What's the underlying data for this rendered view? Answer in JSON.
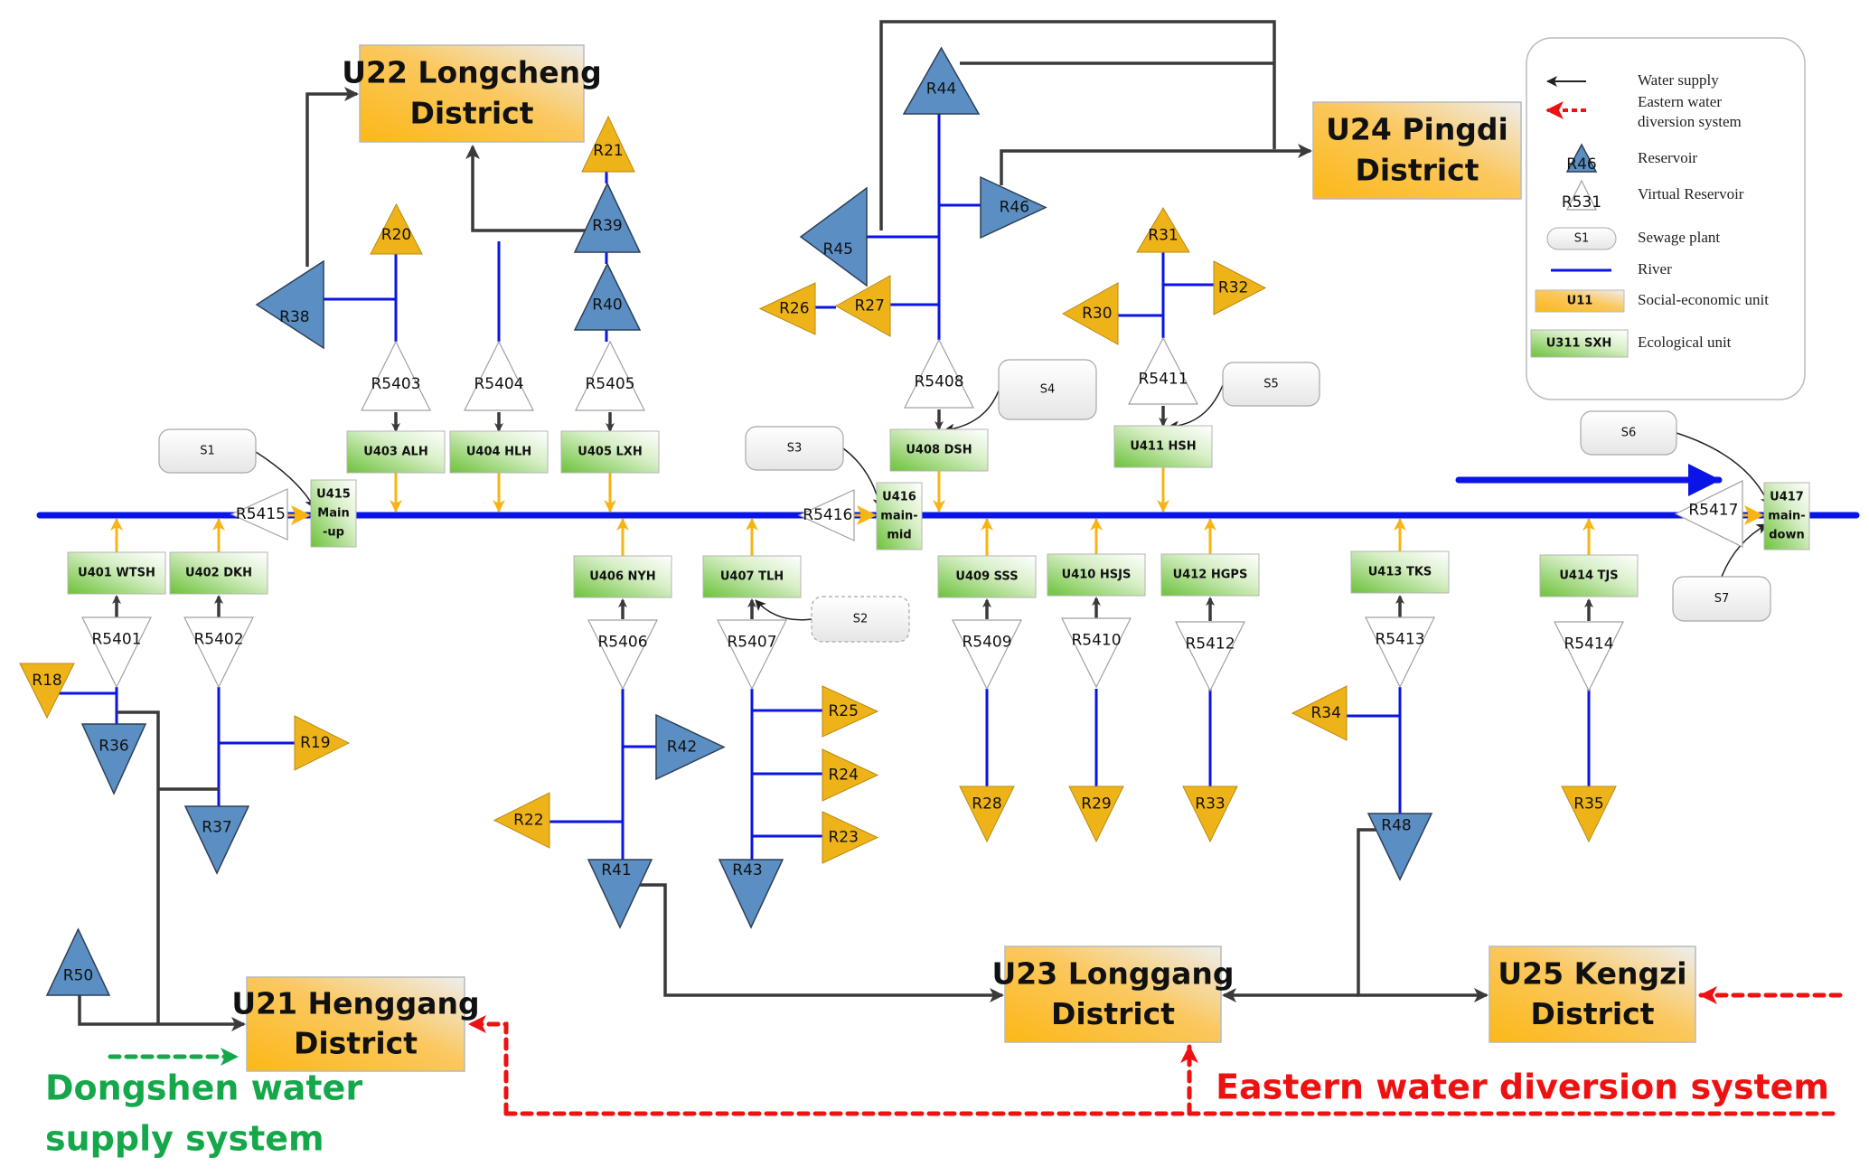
{
  "title": "Water resources system network diagram",
  "colors": {
    "river": "#0a14e6",
    "water_supply": "#3a3a3a",
    "eastern_diversion": "#ee1111",
    "dongshen_supply": "#14a84a",
    "reservoir": "#5b8fc4",
    "socio_reservoir": "#efb31a",
    "virtual_reservoir": "#ffffff",
    "ecological_inflow": "#f7b412"
  },
  "districts": [
    {
      "id": "U22",
      "line1": "U22 Longcheng",
      "line2": "District"
    },
    {
      "id": "U24",
      "line1": "U24 Pingdi",
      "line2": "District"
    },
    {
      "id": "U21",
      "line1": "U21 Henggang",
      "line2": "District"
    },
    {
      "id": "U23",
      "line1": "U23 Longgang",
      "line2": "District"
    },
    {
      "id": "U25",
      "line1": "U25 Kengzi",
      "line2": "District"
    }
  ],
  "ecological_units": [
    {
      "id": "U401",
      "label": "U401 WTSH"
    },
    {
      "id": "U402",
      "label": "U402 DKH"
    },
    {
      "id": "U403",
      "label": "U403 ALH"
    },
    {
      "id": "U404",
      "label": "U404 HLH"
    },
    {
      "id": "U405",
      "label": "U405 LXH"
    },
    {
      "id": "U406",
      "label": "U406 NYH"
    },
    {
      "id": "U407",
      "label": "U407 TLH"
    },
    {
      "id": "U408",
      "label": "U408 DSH"
    },
    {
      "id": "U409",
      "label": "U409 SSS"
    },
    {
      "id": "U410",
      "label": "U410 HSJS"
    },
    {
      "id": "U411",
      "label": "U411 HSH"
    },
    {
      "id": "U412",
      "label": "U412 HGPS"
    },
    {
      "id": "U413",
      "label": "U413 TKS"
    },
    {
      "id": "U414",
      "label": "U414 TJS"
    }
  ],
  "main_units": [
    {
      "id": "U415",
      "lines": [
        "U415",
        "Main",
        "-up"
      ]
    },
    {
      "id": "U416",
      "lines": [
        "U416",
        "main-",
        "mid"
      ]
    },
    {
      "id": "U417",
      "lines": [
        "U417",
        "main-",
        "down"
      ]
    }
  ],
  "virtual_reservoirs": [
    "R5401",
    "R5402",
    "R5403",
    "R5404",
    "R5405",
    "R5406",
    "R5407",
    "R5408",
    "R5409",
    "R5410",
    "R5411",
    "R5412",
    "R5413",
    "R5414",
    "R5415",
    "R5416",
    "R5417"
  ],
  "reservoirs": [
    "R36",
    "R37",
    "R38",
    "R39",
    "R40",
    "R41",
    "R42",
    "R43",
    "R44",
    "R45",
    "R46",
    "R48",
    "R50"
  ],
  "socio_reservoirs": [
    "R18",
    "R19",
    "R20",
    "R21",
    "R22",
    "R23",
    "R24",
    "R25",
    "R26",
    "R27",
    "R28",
    "R29",
    "R30",
    "R31",
    "R32",
    "R33",
    "R34",
    "R35"
  ],
  "sewage_plants": [
    "S1",
    "S2",
    "S3",
    "S4",
    "S5",
    "S6",
    "S7"
  ],
  "systems": {
    "dongshen_line1": "Dongshen water",
    "dongshen_line2": "supply system",
    "eastern": "Eastern water diversion system"
  },
  "legend": {
    "items": [
      {
        "key": "water_supply",
        "text": [
          "Water supply"
        ]
      },
      {
        "key": "eastern",
        "text": [
          "Eastern water",
          "diversion system"
        ]
      },
      {
        "key": "reservoir",
        "text": [
          "Reservoir"
        ],
        "sample": "R46"
      },
      {
        "key": "virtual",
        "text": [
          "Virtual Reservoir"
        ],
        "sample": "R531"
      },
      {
        "key": "sewage",
        "text": [
          "Sewage plant"
        ],
        "sample": "S1"
      },
      {
        "key": "river",
        "text": [
          "River"
        ]
      },
      {
        "key": "social",
        "text": [
          "Social-economic unit"
        ],
        "sample": "U11"
      },
      {
        "key": "ecological",
        "text": [
          "Ecological unit"
        ],
        "sample": "U311 SXH"
      }
    ]
  }
}
